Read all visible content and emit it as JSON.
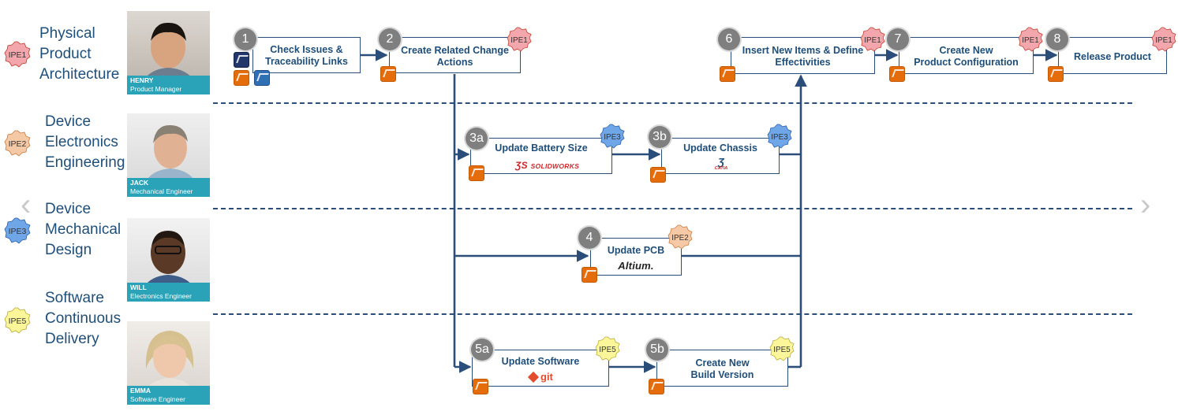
{
  "lanes": [
    {
      "badge": "IPE1",
      "title": [
        "Physical",
        "Product",
        "Architecture"
      ],
      "color": "#f3a7ad"
    },
    {
      "badge": "IPE2",
      "title": [
        "Device",
        "Electronics",
        "Engineering"
      ],
      "color": "#f5c9a6"
    },
    {
      "badge": "IPE3",
      "title": [
        "Device",
        "Mechanical",
        "Design"
      ],
      "color": "#6fa6e8"
    },
    {
      "badge": "IPE5",
      "title": [
        "Software",
        "Continuous",
        "Delivery"
      ],
      "color": "#fbf69a"
    }
  ],
  "people": [
    {
      "name": "HENRY",
      "role": "Product Manager"
    },
    {
      "name": "JACK",
      "role": "Mechanical  Engineer"
    },
    {
      "name": "WILL",
      "role": "Electronics  Engineer"
    },
    {
      "name": "EMMA",
      "role": "Software  Engineer"
    }
  ],
  "steps": {
    "s1": {
      "num": "1",
      "title": "Check Issues &\nTraceability Links"
    },
    "s2": {
      "num": "2",
      "title": "Create Related Change\nActions",
      "badge": "IPE1"
    },
    "s3a": {
      "num": "3a",
      "title": "Update Battery Size",
      "badge": "IPE3",
      "logo": "SOLIDWORKS"
    },
    "s3b": {
      "num": "3b",
      "title": "Update Chassis",
      "badge": "IPE3",
      "logo": "CATIA"
    },
    "s4": {
      "num": "4",
      "title": "Update PCB",
      "badge": "IPE2",
      "logo": "Altium."
    },
    "s5a": {
      "num": "5a",
      "title": "Update Software",
      "badge": "IPE5",
      "logo": "git"
    },
    "s5b": {
      "num": "5b",
      "title": "Create New\nBuild Version",
      "badge": "IPE5"
    },
    "s6": {
      "num": "6",
      "title": "Insert New Items & Define\nEffectivities",
      "badge": "IPE1"
    },
    "s7": {
      "num": "7",
      "title": "Create New\nProduct Configuration",
      "badge": "IPE1"
    },
    "s8": {
      "num": "8",
      "title": "Release Product",
      "badge": "IPE1"
    }
  },
  "nav": {
    "prev": "‹",
    "next": "›"
  }
}
